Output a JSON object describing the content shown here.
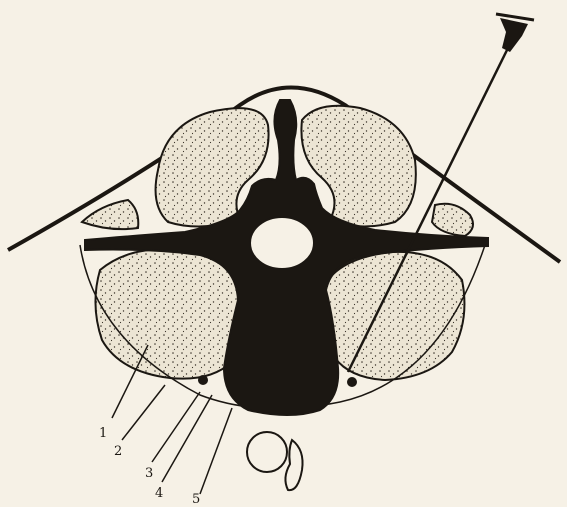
{
  "colors": {
    "paper": "#f6f1e6",
    "ink": "#1b1712",
    "bone_fill": "#ece5d4",
    "stipple": "#3a332a"
  },
  "labels": [
    "1",
    "2",
    "3",
    "4",
    "5"
  ]
}
